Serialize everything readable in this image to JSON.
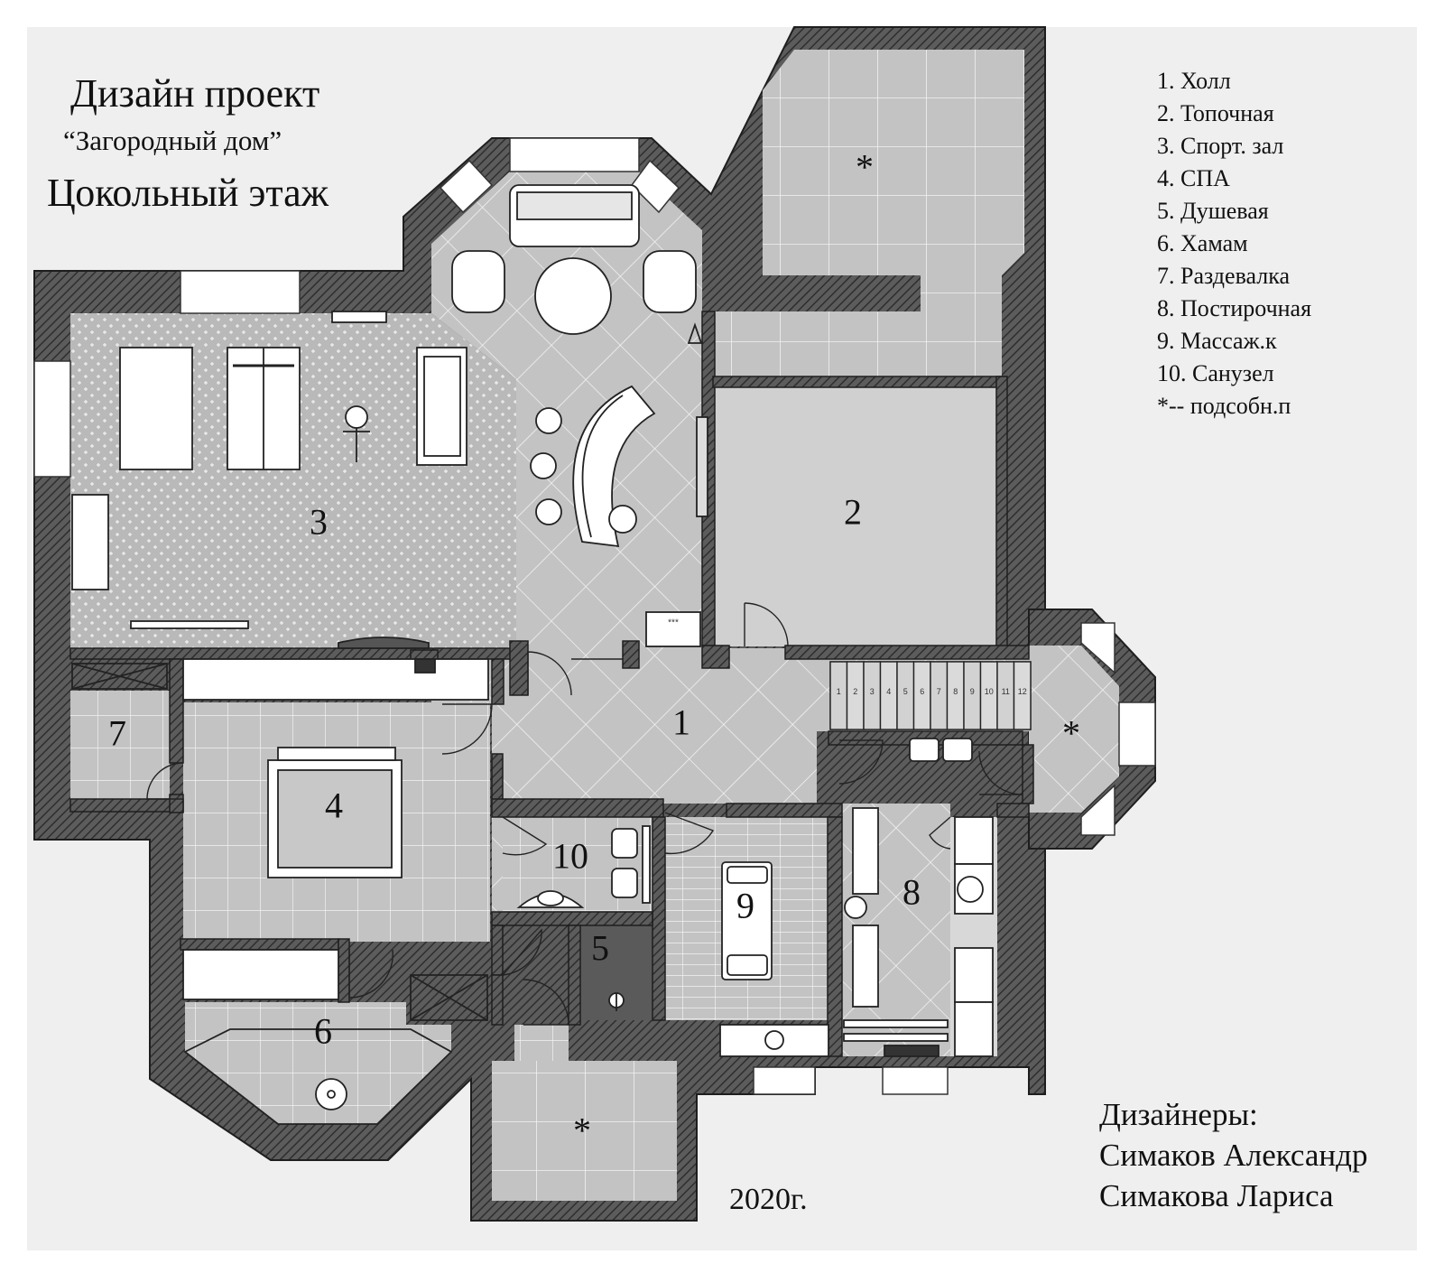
{
  "title": {
    "line1": "Дизайн проект",
    "line2": "“Загородный дом”",
    "line3": "Цокольный этаж"
  },
  "legend": [
    "1.  Холл",
    "2.  Топочная",
    "3.  Спорт. зал",
    "4.  СПА",
    "5.  Душевая",
    "6.  Хамам",
    "7.  Раздевалка",
    "8.  Постирочная",
    "9.  Массаж.к",
    "10. Санузел",
    "*-- подсобн.п"
  ],
  "rooms": {
    "r1": "1",
    "r2": "2",
    "r3": "3",
    "r4": "4",
    "r5": "5",
    "r6": "6",
    "r7": "7",
    "r8": "8",
    "r9": "9",
    "r10": "10",
    "aux_top": "*",
    "aux_right": "*",
    "aux_bottom": "*"
  },
  "stairs": [
    "1",
    "2",
    "3",
    "4",
    "5",
    "6",
    "7",
    "8",
    "9",
    "10",
    "11",
    "12"
  ],
  "stove_label": "***",
  "designers": {
    "heading": "Дизайнеры:",
    "name1": "Симаков Александр",
    "name2": "Симакова Лариса"
  },
  "year": "2020г.",
  "colors": {
    "sheet": "#efefef",
    "wall": "#4a4a4a",
    "floor": "#c4c4c4",
    "boiler": "#d0d0d0",
    "shower": "#5a5a5a",
    "furniture": "#ffffff"
  }
}
